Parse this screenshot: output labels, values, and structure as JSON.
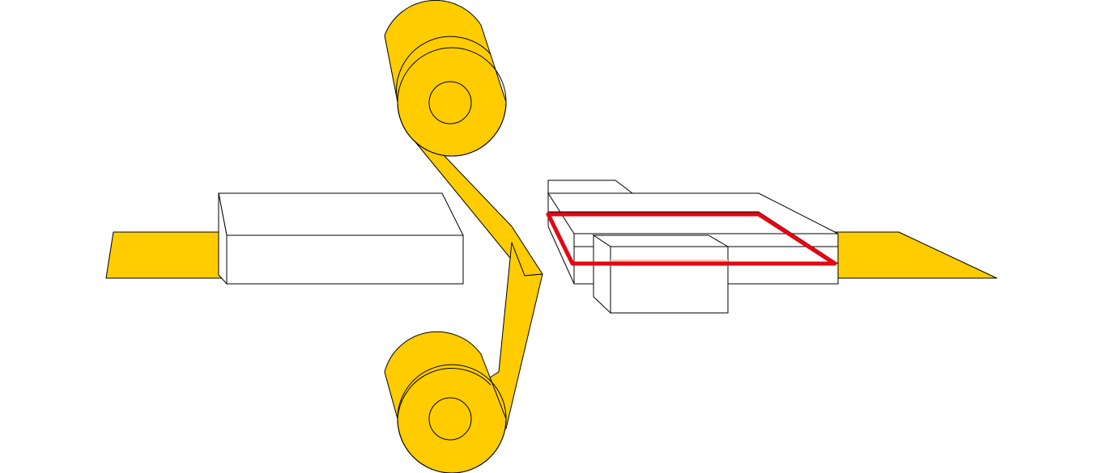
{
  "diagram": {
    "colors": {
      "film": "#ffcc00",
      "outline": "#000000",
      "box_fill": "#ffffff",
      "seal_frame": "#e30613",
      "seal_tint": "#f5c9b7",
      "background": "#ffffff"
    },
    "components": [
      "film-strip-left",
      "entry-box",
      "upper-film-roll",
      "lower-film-roll",
      "film-web",
      "seal-frame-unit",
      "sealed-product",
      "film-strip-right"
    ]
  }
}
